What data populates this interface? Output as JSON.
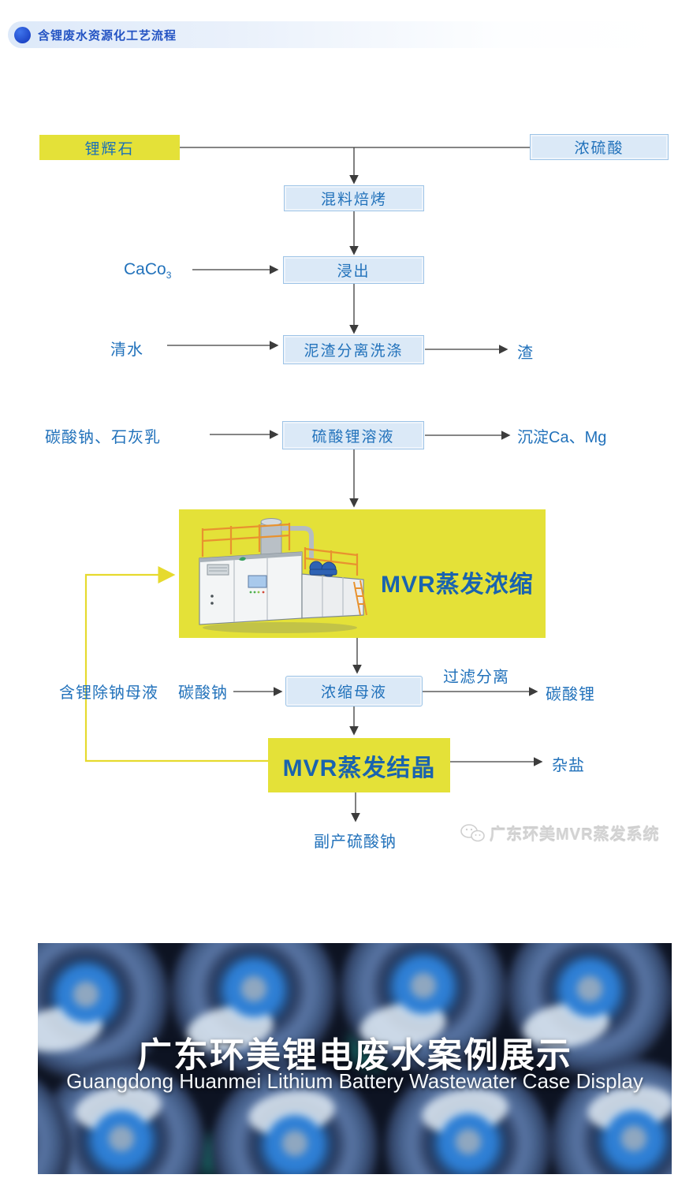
{
  "header": {
    "title": "含锂废水资源化工艺流程"
  },
  "flow": {
    "boxes": {
      "spodumene": "锂辉石",
      "sulfuric_acid": "浓硫酸",
      "roasting": "混料焙烤",
      "leaching": "浸出",
      "mud_separation": "泥渣分离洗涤",
      "lithium_sulfate_solution": "硫酸锂溶液",
      "mvr_evaporation": "MVR蒸发浓缩",
      "concentrated_mother_liquor": "浓缩母液",
      "mvr_crystallization": "MVR蒸发结晶"
    },
    "labels": {
      "caco3_base": "CaCo",
      "caco3_sub": "3",
      "clean_water": "清水",
      "slag": "渣",
      "soda_lime": "碳酸钠、石灰乳",
      "precipitate_ca_mg": "沉淀Ca、Mg",
      "recycle_liquor": "含锂除钠母液",
      "sodium_carbonate": "碳酸钠",
      "filter_separation": "过滤分离",
      "lithium_carbonate": "碳酸锂",
      "mixed_salt": "杂盐",
      "byproduct_sodium_sulfate": "副产硫酸钠"
    },
    "watermark": "广东环美MVR蒸发系统"
  },
  "banner": {
    "title_zh": "广东环美锂电废水案例展示",
    "title_en": "Guangdong Huanmei Lithium Battery Wastewater Case Display"
  },
  "colors": {
    "accent_yellow": "#e4e138",
    "box_blue_bg": "#dbe9f7",
    "box_blue_border": "#9cc3e6",
    "text_blue": "#2272bb",
    "mvr_text_blue": "#1a63ae",
    "header_blue": "#2353c3",
    "arrow_black": "#3c3c3c",
    "recycle_yellow": "#e6da2e"
  }
}
